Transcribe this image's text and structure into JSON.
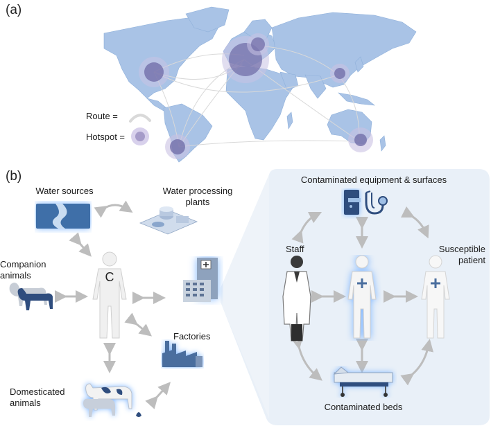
{
  "panel_a": {
    "label": "(a)",
    "legend": {
      "route_label": "Route =",
      "hotspot_label": "Hotspot ="
    },
    "colors": {
      "land": "#a9c3e6",
      "hotspot": "#6e6aa5",
      "route": "#d9d9d9"
    }
  },
  "panel_b": {
    "label": "(b)",
    "one_health": {
      "water_sources": "Water sources",
      "water_processing": "Water processing\nplants",
      "companion_animals": "Companion\nanimals",
      "human_symbol": "C",
      "factories": "Factories",
      "domesticated_animals": "Domesticated\nanimals"
    },
    "hospital": {
      "equipment": "Contaminated equipment & surfaces",
      "staff": "Staff",
      "susceptible_patient": "Susceptible\npatient",
      "beds": "Contaminated beds"
    },
    "colors": {
      "panel_bg": "#e9f0f8",
      "arrow": "#bdbdbd",
      "glow": "#7fb6ff",
      "icon_blue": "#4a6e9e"
    }
  }
}
